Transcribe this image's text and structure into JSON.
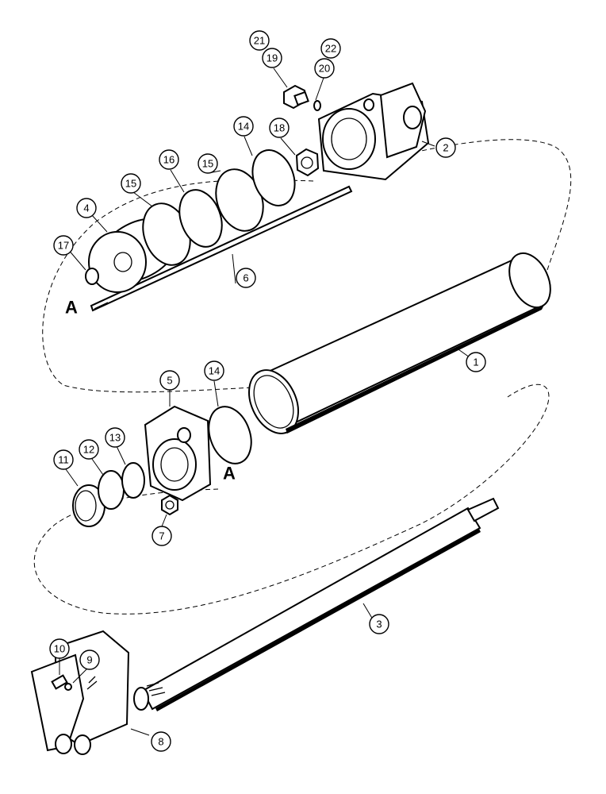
{
  "callouts": {
    "c1": "1",
    "c2": "2",
    "c3": "3",
    "c4": "4",
    "c5": "5",
    "c6": "6",
    "c7": "7",
    "c8": "8",
    "c9": "9",
    "c10": "10",
    "c11": "11",
    "c12": "12",
    "c13": "13",
    "c14a": "14",
    "c14b": "14",
    "c15a": "15",
    "c15b": "15",
    "c16": "16",
    "c17": "17",
    "c18": "18",
    "c19": "19",
    "c20": "20",
    "c21": "21",
    "c22": "22"
  },
  "refs": {
    "a_upper": "A",
    "a_lower": "A"
  }
}
